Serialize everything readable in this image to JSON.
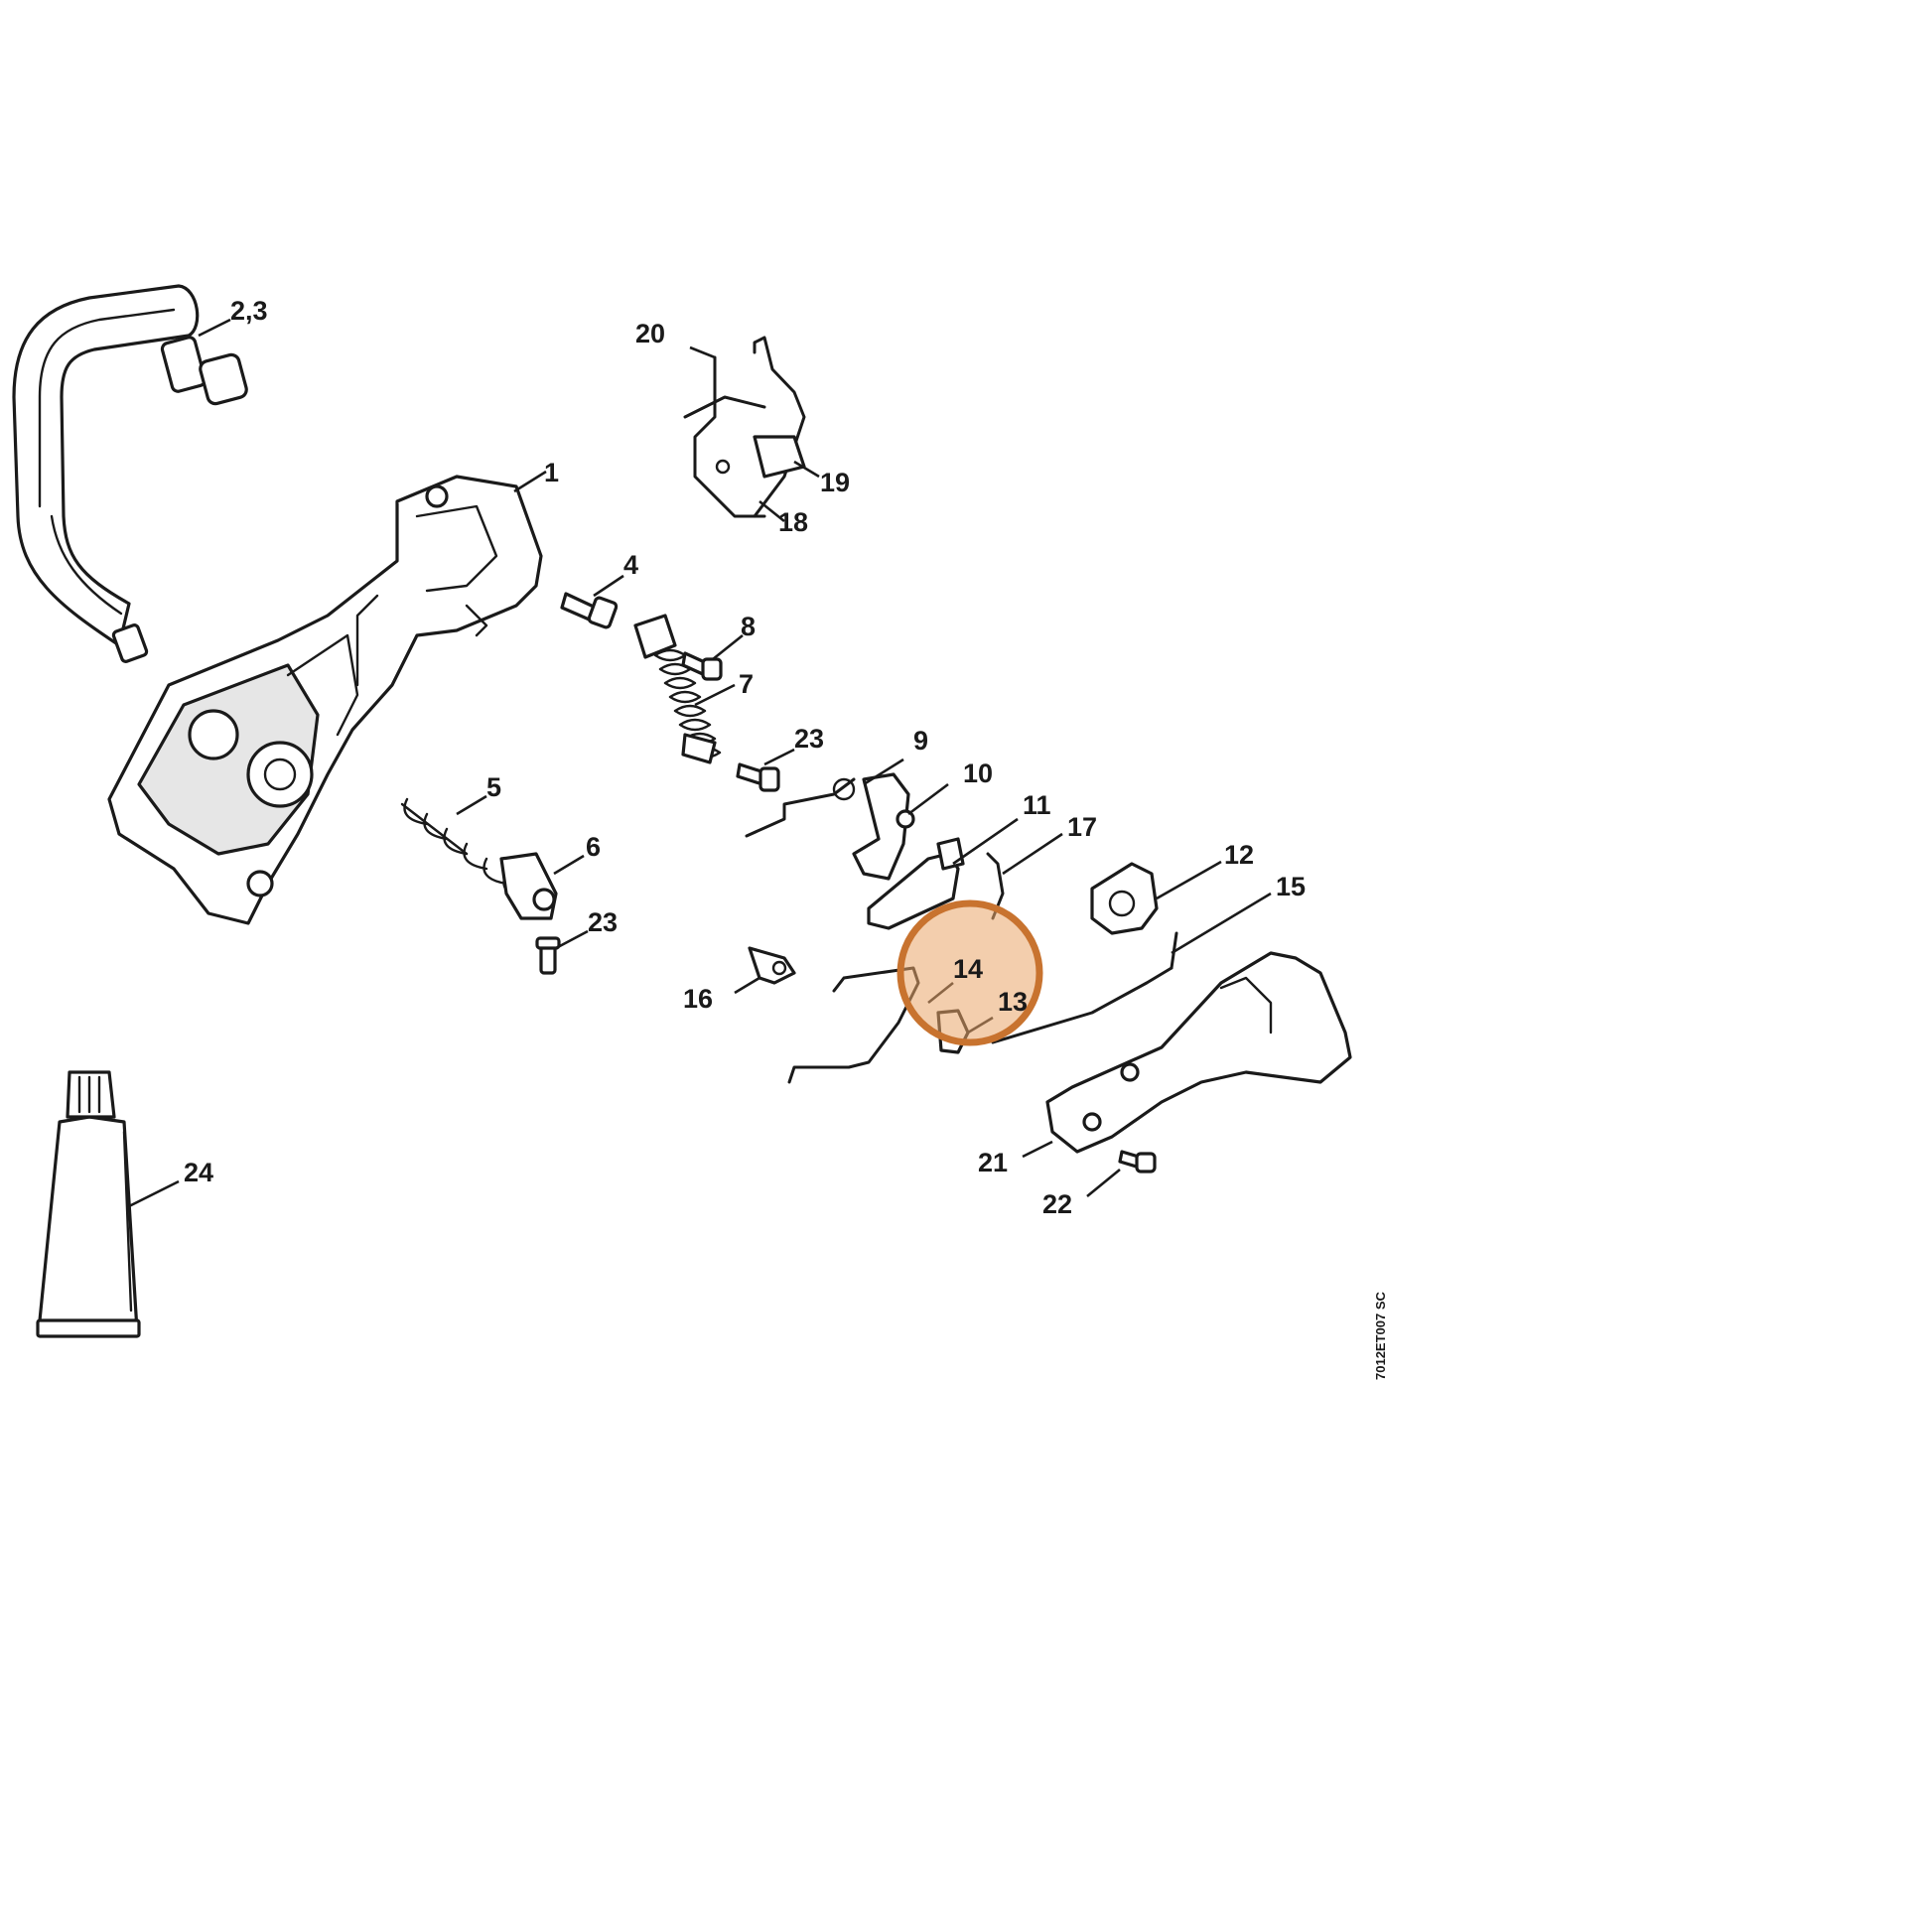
{
  "diagram": {
    "highlight_color": "#e9a56a",
    "callouts": {
      "c1": "1",
      "c2_3": "2,3",
      "c4": "4",
      "c5": "5",
      "c6": "6",
      "c7": "7",
      "c8": "8",
      "c9": "9",
      "c10": "10",
      "c11": "11",
      "c12": "12",
      "c13": "13",
      "c14": "14",
      "c15": "15",
      "c16": "16",
      "c17": "17",
      "c18": "18",
      "c19": "19",
      "c20": "20",
      "c21": "21",
      "c22": "22",
      "c23a": "23",
      "c23b": "23",
      "c24": "24"
    },
    "drawing_code": "7012ET007 SC"
  }
}
